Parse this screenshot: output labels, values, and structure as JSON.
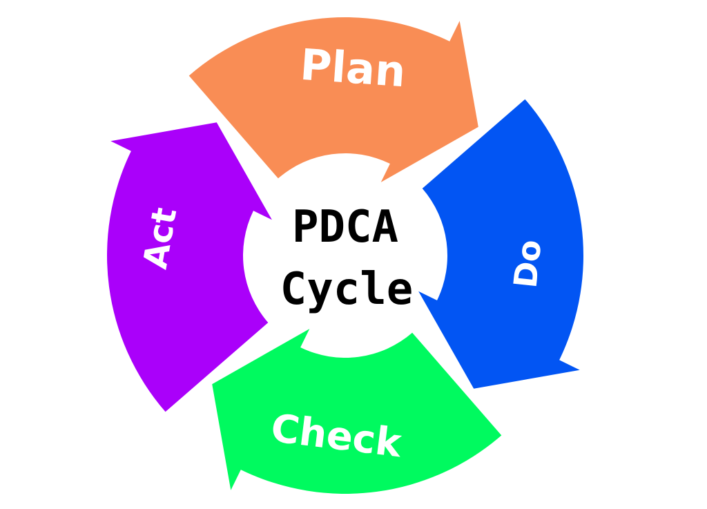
{
  "background_color": "#FFFFFF",
  "title": {
    "line1": "PDCA",
    "line2": "Cycle",
    "color": "#000000"
  },
  "cycle": {
    "flow_direction": "clockwise",
    "arrows": [
      {
        "label": "Plan",
        "position": "top",
        "color": "#F98D55",
        "label_color": "#FFFFFF"
      },
      {
        "label": "Do",
        "position": "right",
        "color": "#0255F3",
        "label_color": "#FFFFFF"
      },
      {
        "label": "Check",
        "position": "bottom",
        "color": "#00FA5F",
        "label_color": "#FFFFFF"
      },
      {
        "label": "Act",
        "position": "left",
        "color": "#AA00FA",
        "label_color": "#FFFFFF"
      }
    ]
  }
}
